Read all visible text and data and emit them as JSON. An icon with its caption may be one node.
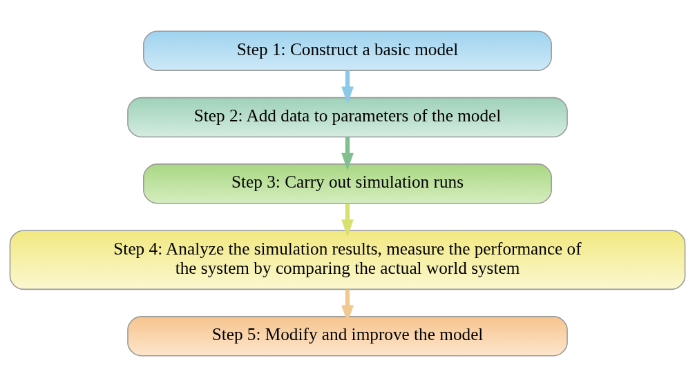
{
  "diagram": {
    "nodes": [
      {
        "text": [
          "Step 1: Construct a basic model"
        ]
      },
      {
        "text": [
          "Step 2: Add data to parameters of the model"
        ]
      },
      {
        "text": [
          "Step 3: Carry out simulation runs"
        ]
      },
      {
        "text": [
          "Step 4: Analyze the simulation results, measure the performance of the system by comparing the actual world system"
        ]
      },
      {
        "text": [
          "Step 5: Modify and improve the model"
        ]
      }
    ],
    "edges": [
      {
        "from": 0,
        "to": 1,
        "arrow": "to",
        "color": "#8cc8e8"
      },
      {
        "from": 1,
        "to": 2,
        "arrow": "to",
        "color": "#7fbf90"
      },
      {
        "from": 2,
        "to": 3,
        "arrow": "to",
        "color": "#d8e070"
      },
      {
        "from": 3,
        "to": 4,
        "arrow": "to",
        "color": "#f0c890"
      }
    ]
  }
}
